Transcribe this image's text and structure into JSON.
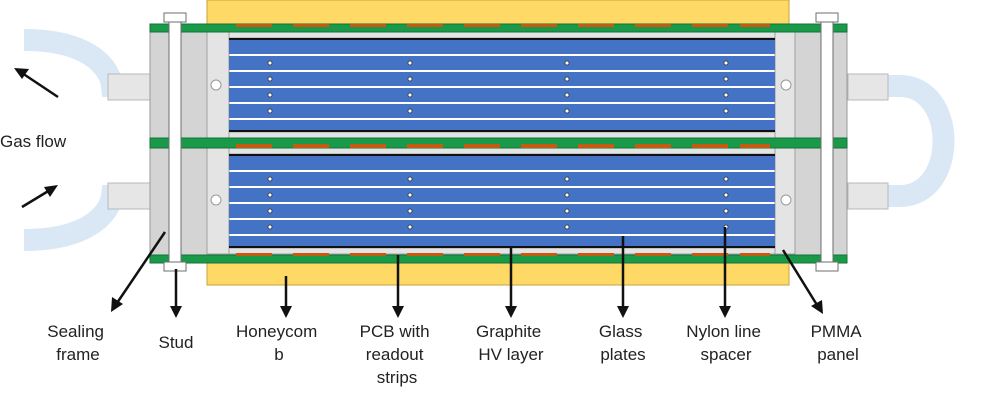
{
  "labels": {
    "gas_flow": "Gas flow",
    "sealing_frame": [
      "Sealing",
      "frame"
    ],
    "stud": "Stud",
    "honeycomb": [
      "Honeycom",
      "b"
    ],
    "pcb": [
      "PCB with",
      "readout",
      "strips"
    ],
    "graphite": [
      "Graphite",
      "HV layer"
    ],
    "glass": [
      "Glass",
      "plates"
    ],
    "nylon": [
      "Nylon line",
      "spacer"
    ],
    "pmma": [
      "PMMA",
      "panel"
    ]
  },
  "colors": {
    "glass_blue": "#4472c4",
    "pcb_green": "#1a9a48",
    "readout_orange": "#c55a11",
    "honeycomb_yellow": "#ffd966",
    "frame_gray": "#d4d4d4",
    "gas_tube": "#dae8f6"
  }
}
